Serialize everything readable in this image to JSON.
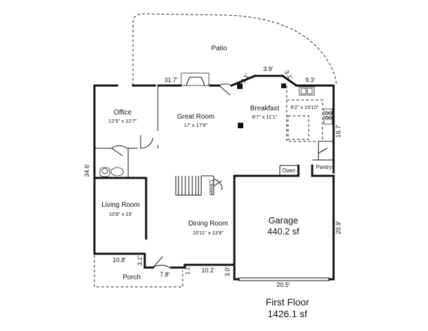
{
  "outside": {
    "patio": "Patio",
    "porch": "Porch"
  },
  "rooms": {
    "office": {
      "name": "Office",
      "dims": "12'5\" x 12'7\""
    },
    "great_room": {
      "name": "Great Room",
      "dims": "17' x 17'9\""
    },
    "breakfast": {
      "name": "Breakfast",
      "dims_kitchen": "9'2\" x 15'10\"",
      "dims": "8'7\" x 11'1\""
    },
    "living_room": {
      "name": "Living Room",
      "dims": "10'8\" x 15'"
    },
    "dining_room": {
      "name": "Dining Room",
      "dims": "10'11\" x 13'8\""
    },
    "garage": {
      "name": "Garage",
      "area": "440.2 sf"
    },
    "closet": "Closet",
    "oven": "Oven",
    "pantry": "Pantry"
  },
  "measurements": {
    "top_31_7": "31.7'",
    "top_3_1_left": "3.1'",
    "top_3_9": "3.9'",
    "top_3_1_right": "3.1'",
    "top_9_3": "9.3'",
    "right_18_7": "18.7'",
    "left_34_6": "34.6'",
    "right_20_9": "20.9'",
    "porch_10_8": "10.8'",
    "porch_3_1": "3.1'",
    "porch_7_8": "7.8'",
    "bottom_1_1": "1.1'",
    "bottom_10_2": "10.2'",
    "bottom_3_0": "3.0'",
    "garage_20_5": "20.5'"
  },
  "footer": {
    "floor": "First Floor",
    "area": "1426.1 sf"
  }
}
